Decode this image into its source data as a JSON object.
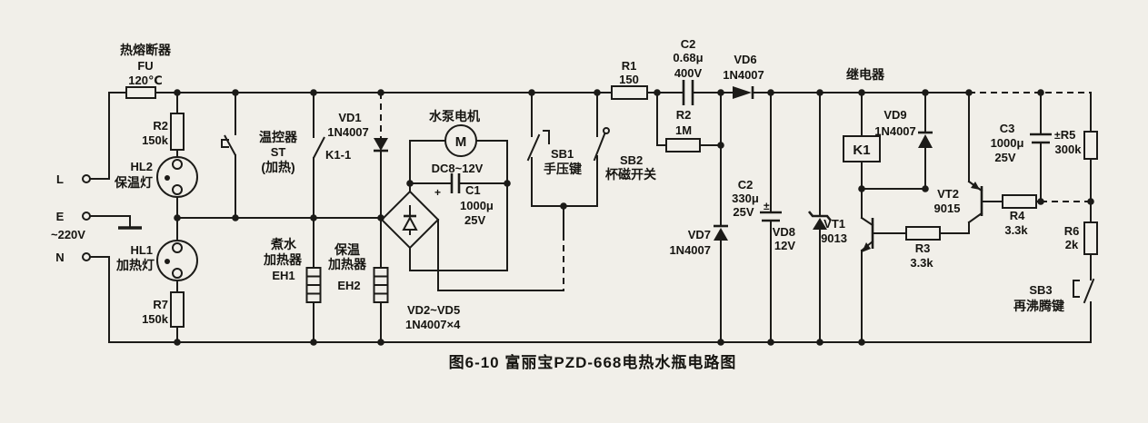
{
  "figure": {
    "caption": "图6-10  富丽宝PZD-668电热水瓶电路图"
  },
  "power": {
    "line": "L",
    "earth": "E",
    "neutral": "N",
    "voltage": "~220V"
  },
  "components": {
    "fu": {
      "name": "热熔断器",
      "ref": "FU",
      "value": "120℃"
    },
    "r2a": {
      "ref": "R2",
      "value": "150k"
    },
    "hl2": {
      "ref": "HL2",
      "name": "保温灯"
    },
    "hl1": {
      "ref": "HL1",
      "name": "加热灯"
    },
    "r7": {
      "ref": "R7",
      "value": "150k"
    },
    "st": {
      "name": "温控器",
      "ref": "ST",
      "note": "(加热)"
    },
    "vd1": {
      "ref": "VD1",
      "value": "1N4007"
    },
    "k11": {
      "ref": "K1-1"
    },
    "eh1": {
      "name1": "煮水",
      "name2": "加热器",
      "ref": "EH1"
    },
    "eh2": {
      "name1": "保温",
      "name2": "加热器",
      "ref": "EH2"
    },
    "bridge": {
      "ref": "VD2~VD5",
      "value": "1N4007×4"
    },
    "motor": {
      "name": "水泵电机",
      "symbol": "M",
      "value": "DC8~12V"
    },
    "c1": {
      "ref": "C1",
      "value": "1000μ",
      "voltage": "25V",
      "polarity": "+"
    },
    "sb1": {
      "ref": "SB1",
      "name": "手压键"
    },
    "sb2": {
      "ref": "SB2",
      "name": "杯磁开关"
    },
    "r1": {
      "ref": "R1",
      "value": "150"
    },
    "c2a": {
      "ref": "C2",
      "value": "0.68μ",
      "voltage": "400V"
    },
    "r2b": {
      "ref": "R2",
      "value": "1M"
    },
    "vd6": {
      "ref": "VD6",
      "value": "1N4007"
    },
    "vd7": {
      "ref": "VD7",
      "value": "1N4007"
    },
    "c2b": {
      "ref": "C2",
      "value": "330μ",
      "voltage": "25V",
      "polarity": "±"
    },
    "vd8": {
      "ref": "VD8",
      "value": "12V"
    },
    "relay": {
      "name": "继电器"
    },
    "k1": {
      "ref": "K1"
    },
    "vd9": {
      "ref": "VD9",
      "value": "1N4007"
    },
    "vt1": {
      "ref": "VT1",
      "value": "9013"
    },
    "vt2": {
      "ref": "VT2",
      "value": "9015"
    },
    "r3": {
      "ref": "R3",
      "value": "3.3k"
    },
    "r4": {
      "ref": "R4",
      "value": "3.3k"
    },
    "c3": {
      "ref": "C3",
      "value": "1000μ",
      "voltage": "25V",
      "polarity": "±"
    },
    "r5": {
      "ref": "R5",
      "value": "300k"
    },
    "r6": {
      "ref": "R6",
      "value": "2k"
    },
    "sb3": {
      "ref": "SB3",
      "name": "再沸腾键"
    }
  },
  "colors": {
    "ink": "#1c1b18",
    "paper": "#f1efe9"
  }
}
